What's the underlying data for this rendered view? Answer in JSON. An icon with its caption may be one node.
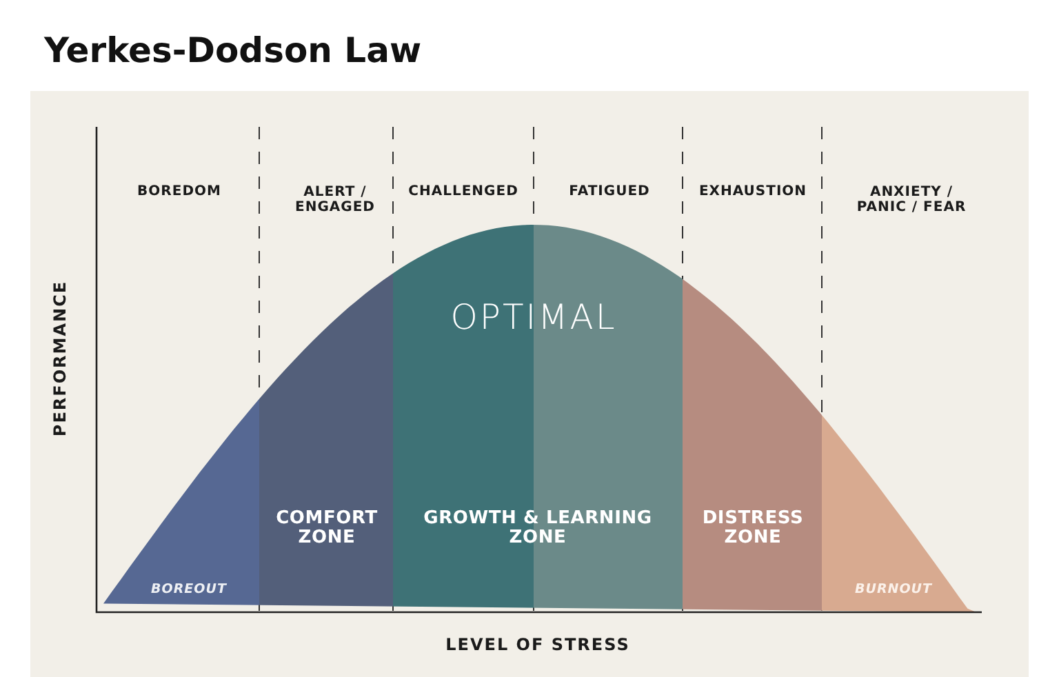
{
  "diagram": {
    "title": "Yerkes-Dodson Law",
    "labels": [
      "BOREDOM",
      "ALERT / ENGAGED",
      "CHALLENGED",
      "FATIGUED",
      "EXHAUSTION",
      "ANXIETY / PANIC / FEAR",
      "OPTIMAL",
      "PERFORMANCE",
      "COMFORT ZONE",
      "GROWTH & LEARNING ZONE",
      "DISTRESS ZONE",
      "BOREOUT",
      "BURNOUT",
      "LEVEL OF STRESS"
    ]
  }
}
